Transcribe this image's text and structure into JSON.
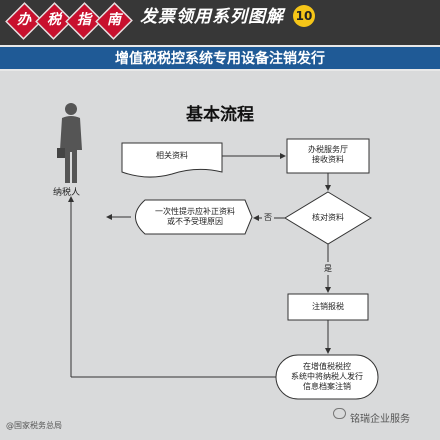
{
  "header": {
    "badges": [
      "办",
      "税",
      "指",
      "南"
    ],
    "series_title": "发票领用系列图解",
    "series_number": "10",
    "subtitle": "增值税税控系统专用设备注销发行",
    "accent_red": "#c8102e",
    "banner_blue": "#1f5a96"
  },
  "diagram": {
    "title": "基本流程",
    "taxpayer_label": "纳税人",
    "nodes": {
      "related_docs": "相关资料",
      "office_receive": [
        "办税服务厅",
        "接收资料"
      ],
      "verify": "核对资料",
      "notify": [
        "一次性提示应补正资料",
        "或不予受理原因"
      ],
      "cancel": "注销报税",
      "cancel_issue": [
        "在增值税税控",
        "系统中将纳税人发行",
        "信息档案注销"
      ]
    },
    "edge_labels": {
      "no": "否",
      "yes": "是"
    }
  },
  "watermarks": {
    "left": "@国家税务总局",
    "right": "铭瑞企业服务"
  }
}
